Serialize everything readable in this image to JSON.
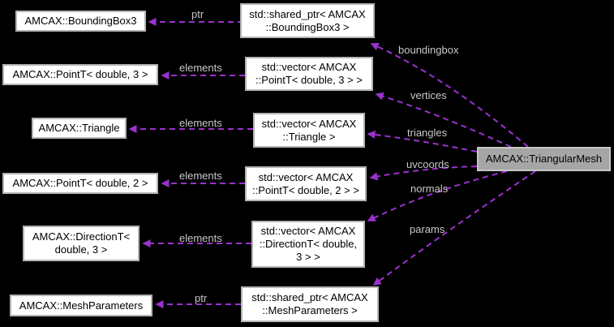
{
  "colors": {
    "background": "#000000",
    "node_fill": "#ffffff",
    "node_border": "#b4b4b4",
    "node_text": "#000000",
    "main_node_fill": "#a6a6a6",
    "main_node_border": "#c6c6c6",
    "edge_color": "#9a32cd",
    "edge_label_color": "#c8c8c8"
  },
  "main_node": {
    "label": "AMCAX::TriangularMesh"
  },
  "left_nodes": [
    {
      "label": "AMCAX::BoundingBox3"
    },
    {
      "label": "AMCAX::PointT< double, 3 >"
    },
    {
      "label": "AMCAX::Triangle"
    },
    {
      "label": "AMCAX::PointT< double, 2 >"
    },
    {
      "label": "AMCAX::DirectionT<\ndouble, 3 >"
    },
    {
      "label": "AMCAX::MeshParameters"
    }
  ],
  "middle_nodes": [
    {
      "label": "std::shared_ptr< AMCAX\n::BoundingBox3 >"
    },
    {
      "label": "std::vector< AMCAX\n::PointT< double, 3 > >"
    },
    {
      "label": "std::vector< AMCAX\n::Triangle >"
    },
    {
      "label": "std::vector< AMCAX\n::PointT< double, 2 > >"
    },
    {
      "label": "std::vector< AMCAX\n::DirectionT< double,\n3 > >"
    },
    {
      "label": "std::shared_ptr< AMCAX\n::MeshParameters >"
    }
  ],
  "member_edge_labels": [
    {
      "text": "ptr"
    },
    {
      "text": "elements"
    },
    {
      "text": "elements"
    },
    {
      "text": "elements"
    },
    {
      "text": "elements"
    },
    {
      "text": "ptr"
    }
  ],
  "usage_edge_labels": [
    {
      "text": "boundingbox"
    },
    {
      "text": "vertices"
    },
    {
      "text": "triangles"
    },
    {
      "text": "uvcoords"
    },
    {
      "text": "normals"
    },
    {
      "text": "params"
    }
  ]
}
